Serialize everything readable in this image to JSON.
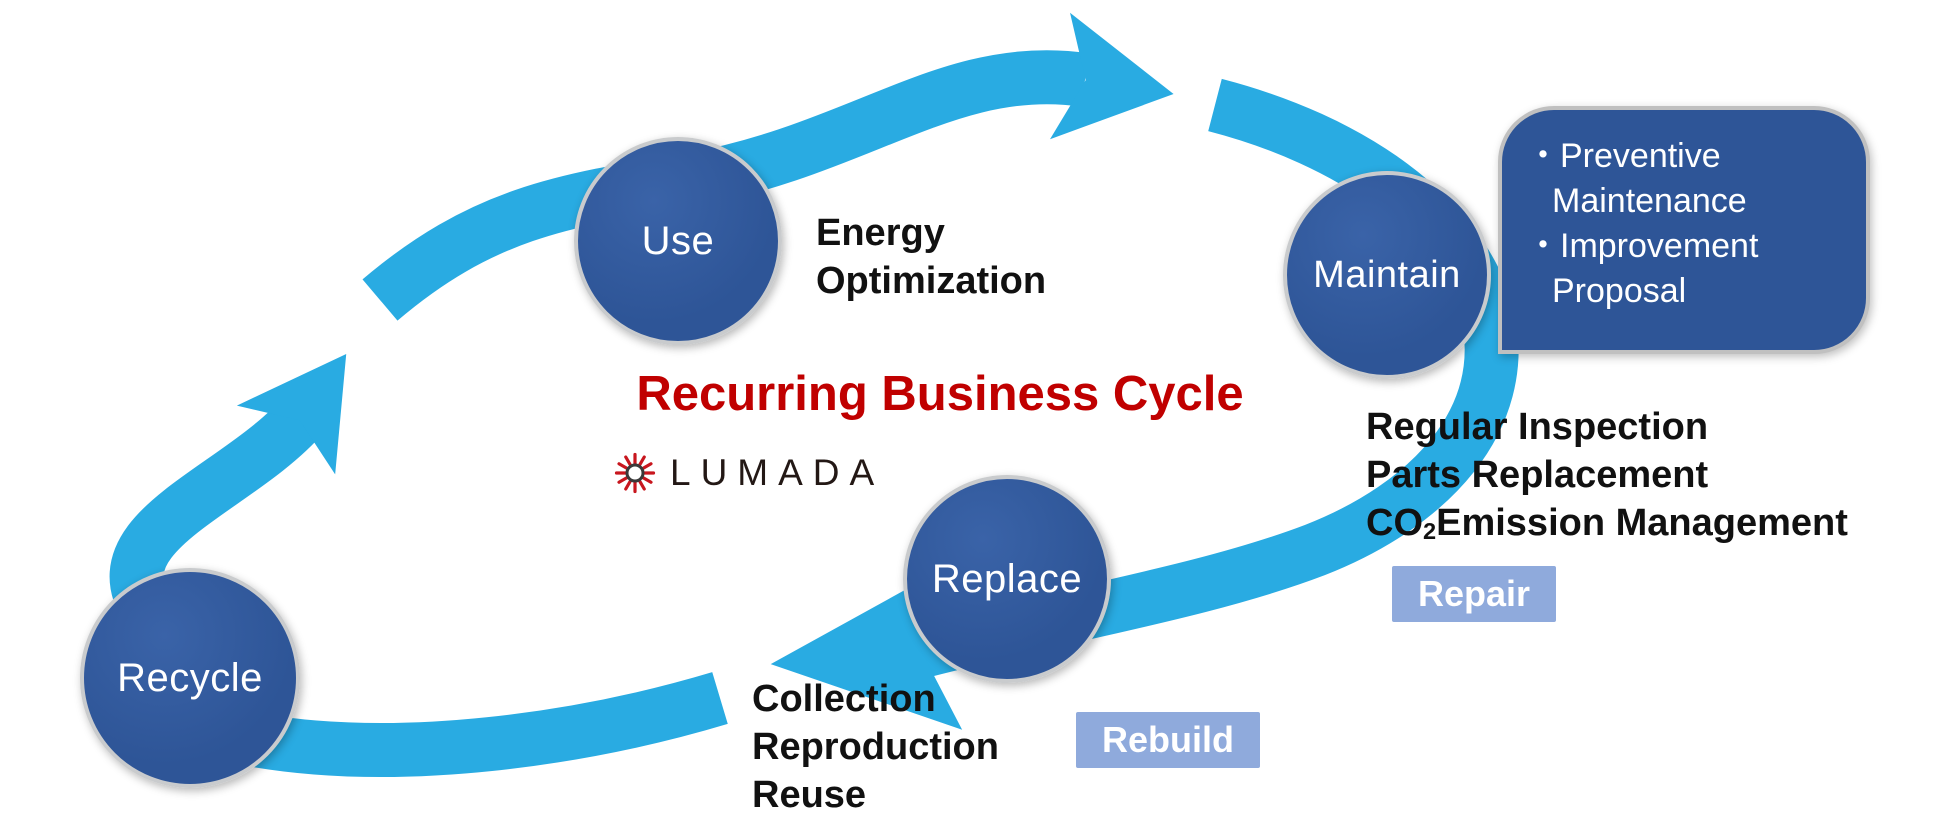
{
  "center": {
    "title": "Recurring Business Cycle",
    "logo": "LUMADA"
  },
  "nodes": {
    "use": "Use",
    "maintain": "Maintain",
    "replace": "Replace",
    "recycle": "Recycle"
  },
  "labels": {
    "energy": [
      "Energy",
      "Optimization"
    ]
  },
  "callout": {
    "lines": [
      "・Preventive",
      "Maintenance",
      "・Improvement",
      "Proposal"
    ]
  },
  "notes": {
    "maintain": [
      "Regular Inspection",
      "Parts Replacement"
    ],
    "co2": {
      "prefix": "CO",
      "sub": "2",
      "rest": "Emission Management"
    },
    "collection": [
      "Collection",
      "Reproduction",
      "Reuse"
    ]
  },
  "badges": {
    "repair": "Repair",
    "rebuild": "Rebuild"
  },
  "colors": {
    "arrow": "#29ABE2",
    "node_fill": "#2E5597",
    "node_border": "#C9CBCD",
    "callout_fill": "#2E5597",
    "badge_fill": "#8FAADC",
    "title_red": "#C00000",
    "logo_mark_red": "#C8161E"
  }
}
